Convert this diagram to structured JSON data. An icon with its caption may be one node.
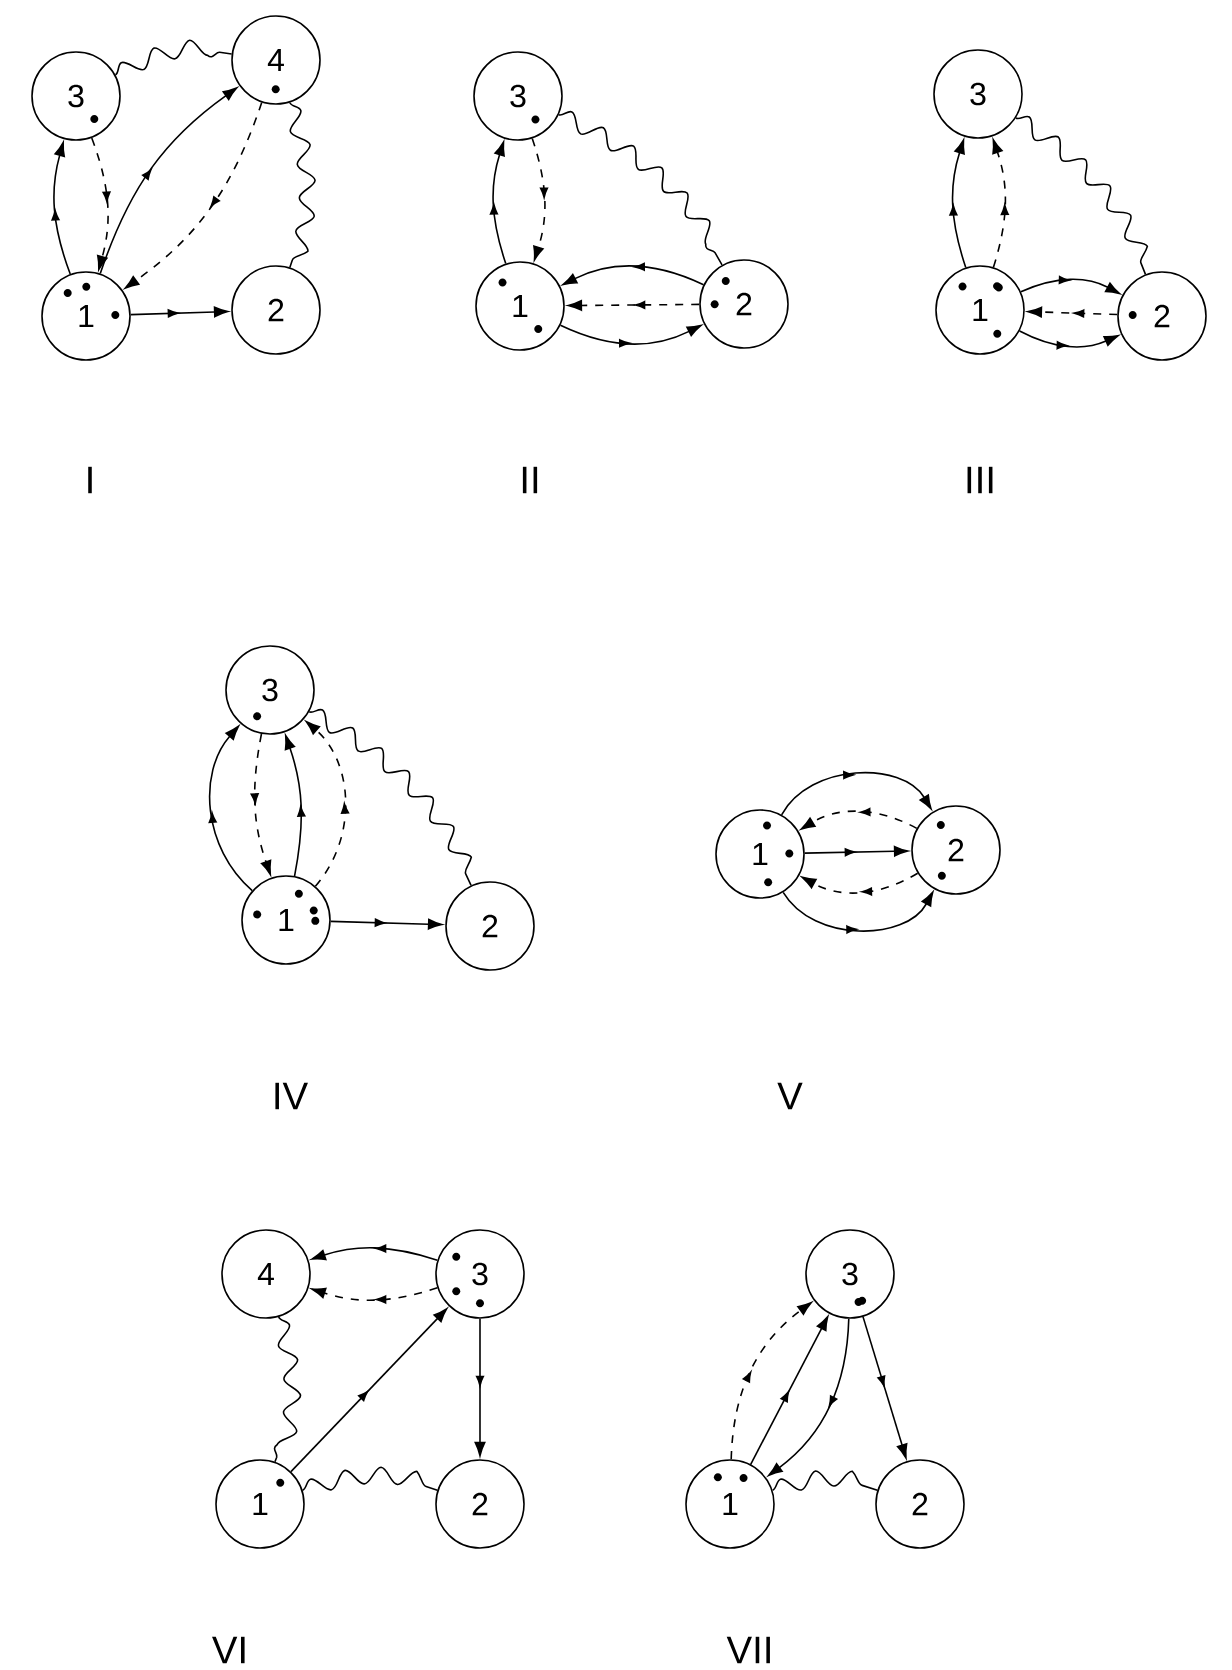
{
  "diagram": {
    "nodes": [
      {
        "text": [
          "3"
        ]
      },
      {
        "text": [
          "4"
        ]
      },
      {
        "text": [
          "1"
        ]
      },
      {
        "text": [
          "2"
        ]
      },
      {
        "text": [
          "3"
        ]
      },
      {
        "text": [
          "1"
        ]
      },
      {
        "text": [
          "2"
        ]
      },
      {
        "text": [
          "3"
        ]
      },
      {
        "text": [
          "1"
        ]
      },
      {
        "text": [
          "2"
        ]
      },
      {
        "text": [
          "3"
        ]
      },
      {
        "text": [
          "1"
        ]
      },
      {
        "text": [
          "2"
        ]
      },
      {
        "text": [
          "1"
        ]
      },
      {
        "text": [
          "2"
        ]
      },
      {
        "text": [
          "4"
        ]
      },
      {
        "text": [
          "3"
        ]
      },
      {
        "text": [
          "1"
        ]
      },
      {
        "text": [
          "2"
        ]
      },
      {
        "text": [
          "3"
        ]
      },
      {
        "text": [
          "1"
        ]
      },
      {
        "text": [
          "2"
        ]
      }
    ],
    "edges": [
      {
        "from": 0,
        "to": 1,
        "arrow": "none"
      },
      {
        "from": 1,
        "to": 3,
        "arrow": "none"
      },
      {
        "from": 2,
        "to": 0,
        "arrow": "to"
      },
      {
        "from": 0,
        "to": 2,
        "arrow": "to",
        "style": "dashed"
      },
      {
        "from": 2,
        "to": 1,
        "arrow": "to"
      },
      {
        "from": 1,
        "to": 2,
        "arrow": "to",
        "style": "dashed"
      },
      {
        "from": 2,
        "to": 3,
        "arrow": "to"
      },
      {
        "from": 4,
        "to": 6,
        "arrow": "none"
      },
      {
        "from": 5,
        "to": 4,
        "arrow": "to"
      },
      {
        "from": 4,
        "to": 5,
        "arrow": "to",
        "style": "dashed"
      },
      {
        "from": 5,
        "to": 6,
        "arrow": "to"
      },
      {
        "from": 6,
        "to": 5,
        "arrow": "to",
        "style": "dashed"
      },
      {
        "from": 6,
        "to": 5,
        "arrow": "to"
      },
      {
        "from": 7,
        "to": 9,
        "arrow": "none"
      },
      {
        "from": 8,
        "to": 7,
        "arrow": "to"
      },
      {
        "from": 8,
        "to": 7,
        "arrow": "to",
        "style": "dashed"
      },
      {
        "from": 8,
        "to": 9,
        "arrow": "to"
      },
      {
        "from": 9,
        "to": 8,
        "arrow": "to",
        "style": "dashed"
      },
      {
        "from": 8,
        "to": 9,
        "arrow": "to"
      },
      {
        "from": 10,
        "to": 12,
        "arrow": "none"
      },
      {
        "from": 11,
        "to": 10,
        "arrow": "to"
      },
      {
        "from": 10,
        "to": 11,
        "arrow": "to",
        "style": "dashed"
      },
      {
        "from": 11,
        "to": 10,
        "arrow": "to"
      },
      {
        "from": 11,
        "to": 10,
        "arrow": "to",
        "style": "dashed"
      },
      {
        "from": 11,
        "to": 12,
        "arrow": "to"
      },
      {
        "from": 13,
        "to": 14,
        "arrow": "to"
      },
      {
        "from": 14,
        "to": 13,
        "arrow": "to",
        "style": "dashed"
      },
      {
        "from": 13,
        "to": 14,
        "arrow": "to"
      },
      {
        "from": 14,
        "to": 13,
        "arrow": "to",
        "style": "dashed"
      },
      {
        "from": 13,
        "to": 14,
        "arrow": "to"
      },
      {
        "from": 16,
        "to": 15,
        "arrow": "to",
        "style": "dashed"
      },
      {
        "from": 16,
        "to": 15,
        "arrow": "to"
      },
      {
        "from": 17,
        "to": 16,
        "arrow": "to"
      },
      {
        "from": 16,
        "to": 18,
        "arrow": "to"
      },
      {
        "from": 15,
        "to": 17,
        "arrow": "none"
      },
      {
        "from": 17,
        "to": 18,
        "arrow": "none"
      },
      {
        "from": 20,
        "to": 19,
        "arrow": "to",
        "style": "dashed"
      },
      {
        "from": 20,
        "to": 19,
        "arrow": "to"
      },
      {
        "from": 19,
        "to": 20,
        "arrow": "to"
      },
      {
        "from": 19,
        "to": 21,
        "arrow": "to"
      },
      {
        "from": 20,
        "to": 21,
        "arrow": "none"
      }
    ],
    "labels": [
      "I",
      "II",
      "III",
      "IV",
      "V",
      "VI",
      "VII"
    ]
  }
}
